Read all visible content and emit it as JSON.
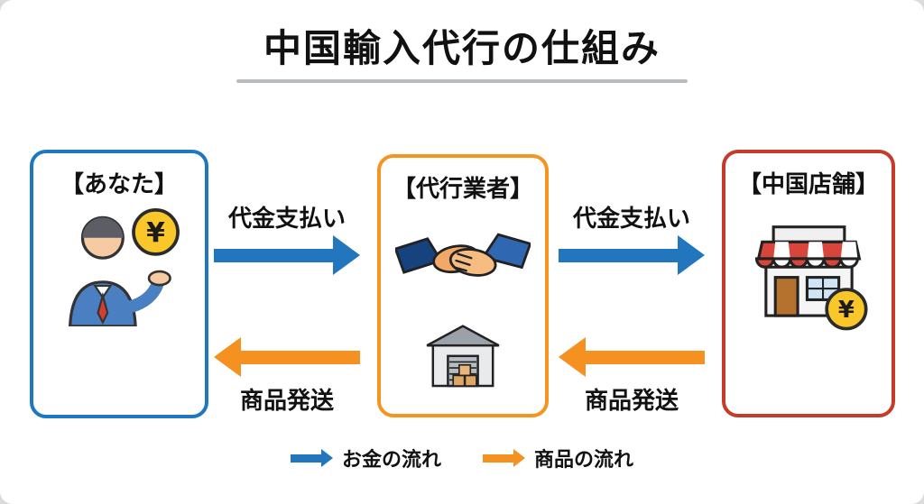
{
  "title": "中国輸入代行の仕組み",
  "boxes": [
    {
      "id": "you",
      "label": "【あなた】"
    },
    {
      "id": "agency",
      "label": "【代行業者】"
    },
    {
      "id": "store",
      "label": "【中国店舗】"
    }
  ],
  "arrows": [
    {
      "id": "pay-you-to-agency",
      "label": "代金支払い",
      "type": "money",
      "direction": "right"
    },
    {
      "id": "pay-agency-to-store",
      "label": "代金支払い",
      "type": "money",
      "direction": "right"
    },
    {
      "id": "ship-agency-to-you",
      "label": "商品発送",
      "type": "goods",
      "direction": "left"
    },
    {
      "id": "ship-store-to-agency",
      "label": "商品発送",
      "type": "goods",
      "direction": "left"
    }
  ],
  "legend": [
    {
      "label": "お金の流れ",
      "type": "money"
    },
    {
      "label": "商品の流れ",
      "type": "goods"
    }
  ],
  "coin_symbol": "¥",
  "icons": {
    "you": "person-with-yen-coin",
    "agency_top": "handshake",
    "agency_bottom": "warehouse",
    "store": "storefront-with-yen-coin"
  },
  "colors": {
    "money": "#2176bd",
    "goods": "#f59120",
    "you_border": "#1f77c0",
    "agency_border": "#f5941f",
    "store_border": "#c43b2b",
    "coin": "#f9c72a"
  }
}
